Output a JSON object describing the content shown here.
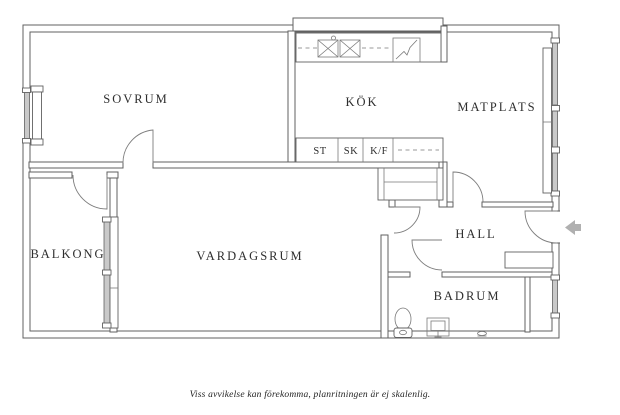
{
  "floorplan": {
    "rooms": [
      {
        "label": "SOVRUM"
      },
      {
        "label": "KÖK"
      },
      {
        "label": "MATPLATS"
      },
      {
        "label": "BALKONG"
      },
      {
        "label": "VARDAGSRUM"
      },
      {
        "label": "HALL"
      },
      {
        "label": "BADRUM"
      }
    ],
    "cabinets": [
      {
        "label": "ST"
      },
      {
        "label": "SK"
      },
      {
        "label": "K/F"
      }
    ],
    "caption": "Viss avvikelse kan förekomma, planritningen är ej skalenlig.",
    "colors": {
      "wall_line": "#616161",
      "window_glass": "#c9c9c9",
      "entrance_arrow": "#b0b0b0",
      "label_text": "#2e2e2e"
    },
    "symbols": {
      "kitchen": [
        "sink-icon",
        "sink-icon",
        "stove-icon"
      ],
      "bathroom": [
        "toilet-icon",
        "washbasin-icon",
        "floor-drain-icon"
      ],
      "entrance": "entrance-arrow-icon"
    }
  }
}
